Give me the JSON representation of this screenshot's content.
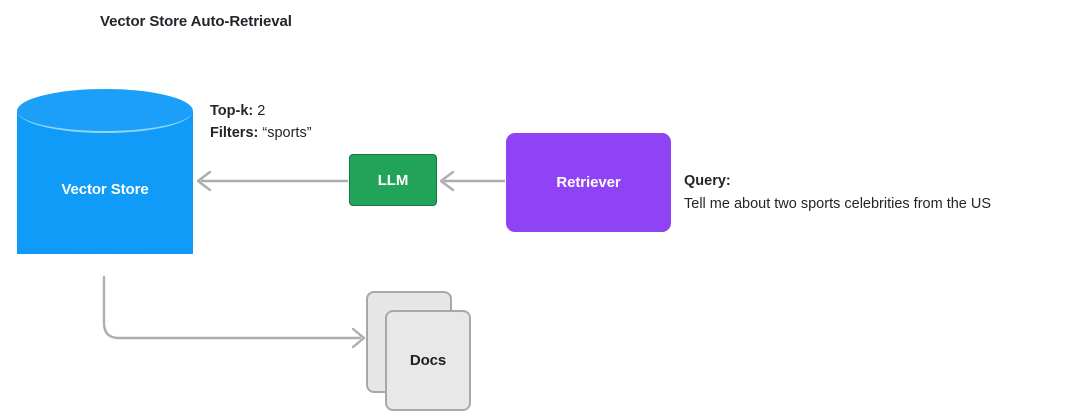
{
  "title": "Vector Store Auto-Retrieval",
  "nodes": {
    "vector_store": {
      "label": "Vector Store",
      "color": "#0f9bf7"
    },
    "llm": {
      "label": "LLM",
      "color": "#22a35a"
    },
    "retriever": {
      "label": "Retriever",
      "color": "#9042f5"
    },
    "docs": {
      "label": "Docs",
      "color": "#e8e8e8"
    }
  },
  "params": {
    "topk_key": "Top-k:",
    "topk_value": "2",
    "filters_key": "Filters:",
    "filters_value": "“sports”"
  },
  "query": {
    "label": "Query:",
    "text": "Tell me about two sports celebrities from the US"
  },
  "edges": [
    {
      "from": "retriever",
      "to": "llm",
      "direction": "left"
    },
    {
      "from": "llm",
      "to": "vector_store",
      "direction": "left"
    },
    {
      "from": "vector_store",
      "to": "docs",
      "direction": "right"
    }
  ],
  "colors": {
    "arrow": "#aeaeae",
    "text": "#22262b",
    "background": "#ffffff"
  }
}
